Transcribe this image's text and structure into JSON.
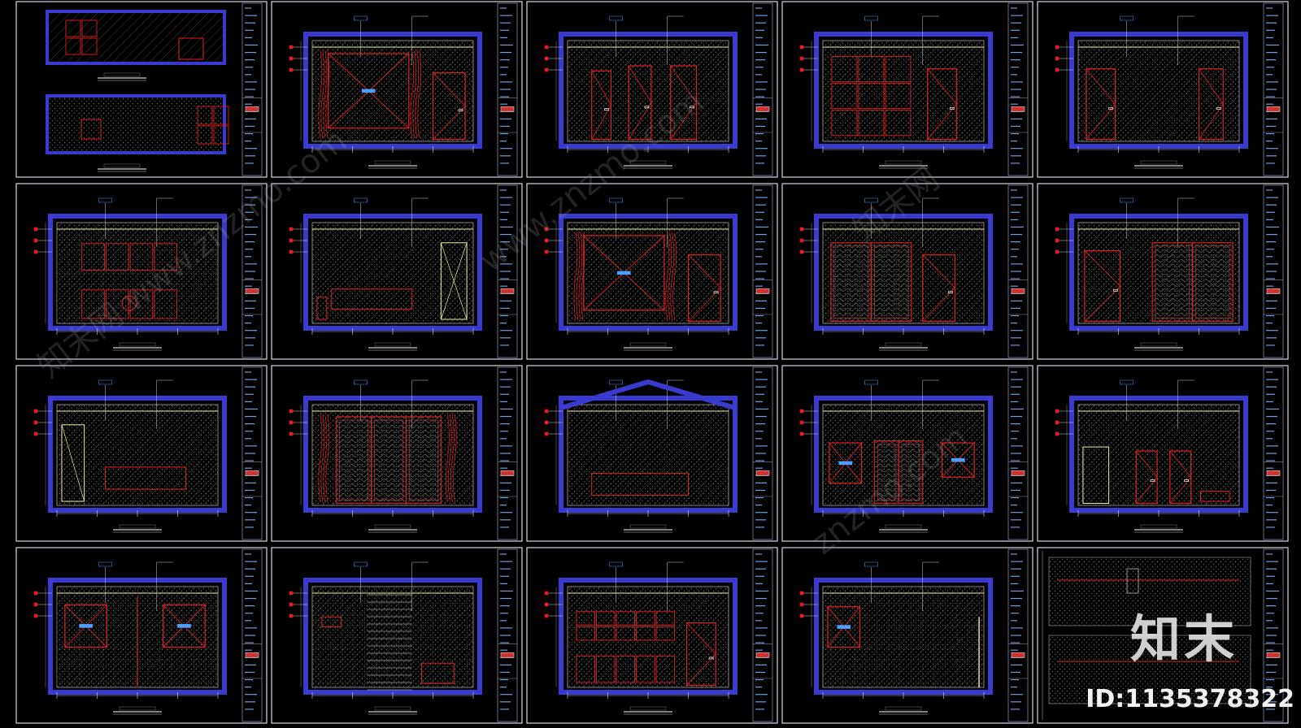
{
  "watermark": {
    "logo": "知末",
    "id": "ID:1135378322",
    "diagonal": [
      "知末网 www.znzmo.com",
      "www.znzmo.com",
      "知末网",
      "znzmo.com"
    ]
  },
  "colors": {
    "background": "#000000",
    "frame": "#b8b8c8",
    "wall": "#3a3ad0",
    "furniture": "#e02020",
    "ceiling_line": "#f0f0a0",
    "title_block": "#6aa0e0",
    "hatch": "#555555"
  },
  "sheets": [
    {
      "kind": "plan-pair"
    },
    {
      "kind": "window-curtain"
    },
    {
      "kind": "three-doors"
    },
    {
      "kind": "cabinet-door"
    },
    {
      "kind": "door-door"
    },
    {
      "kind": "kitchen"
    },
    {
      "kind": "bed-wardrobe"
    },
    {
      "kind": "window-curtain"
    },
    {
      "kind": "sliding-door"
    },
    {
      "kind": "door-sliding"
    },
    {
      "kind": "step-bed"
    },
    {
      "kind": "glass-doors"
    },
    {
      "kind": "gable"
    },
    {
      "kind": "two-windows"
    },
    {
      "kind": "step-doors"
    },
    {
      "kind": "bath-two-windows"
    },
    {
      "kind": "bath-stair"
    },
    {
      "kind": "cabinet-wall"
    },
    {
      "kind": "bath-window"
    },
    {
      "kind": "details"
    }
  ]
}
